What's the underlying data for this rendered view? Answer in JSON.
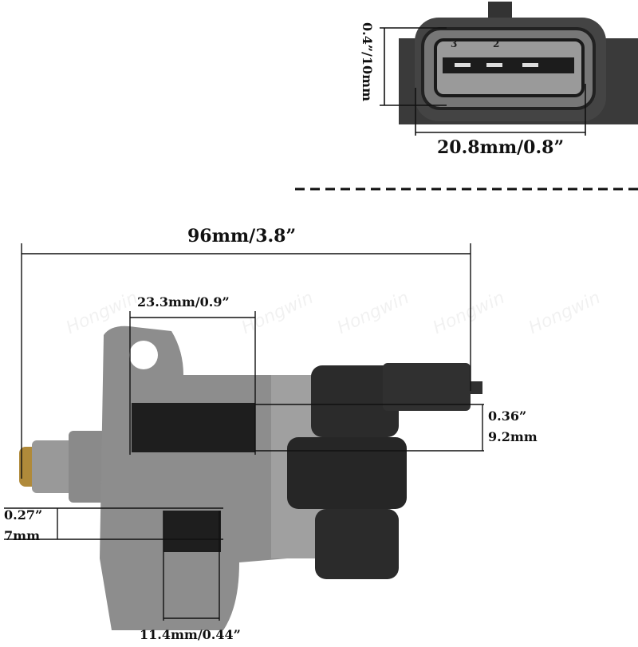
{
  "watermark": "Hongwin",
  "connector_view": {
    "height_label": "0.4”/10mm",
    "width_label": "20.8mm/0.8”",
    "pin_numbers": [
      "3",
      "2"
    ]
  },
  "main_view": {
    "overall_length_label": "96mm/3.8”",
    "window_width_label": "23.3mm/0.9”",
    "right_height_label_in": "0.36”",
    "right_height_label_mm": "9.2mm",
    "left_height_label_in": "0.27”",
    "left_height_label_mm": "7mm",
    "bottom_width_label": "11.4mm/0.44”"
  },
  "colors": {
    "body": "#8d8d8d",
    "plastic": "#2b2b2b",
    "lines": "#111111"
  }
}
